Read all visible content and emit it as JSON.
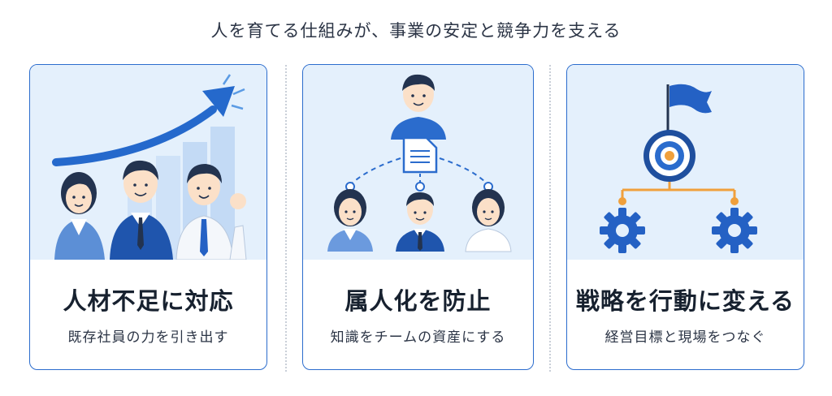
{
  "title": "人を育てる仕組みが、事業の安定と競争力を支える",
  "cards": [
    {
      "heading": "人材不足に対応",
      "subtitle": "既存社員の力を引き出す",
      "icon": "rising-arrow-team-illustration"
    },
    {
      "heading": "属人化を防止",
      "subtitle": "知識をチームの資産にする",
      "icon": "knowledge-sharing-illustration"
    },
    {
      "heading": "戦略を行動に変える",
      "subtitle": "経営目標と現場をつなぐ",
      "icon": "flag-target-gears-illustration"
    }
  ],
  "colors": {
    "accent": "#2b6ccd",
    "illustration_bg": "#e4f0fc",
    "connector_orange": "#f0a03c",
    "heading": "#17212f"
  }
}
